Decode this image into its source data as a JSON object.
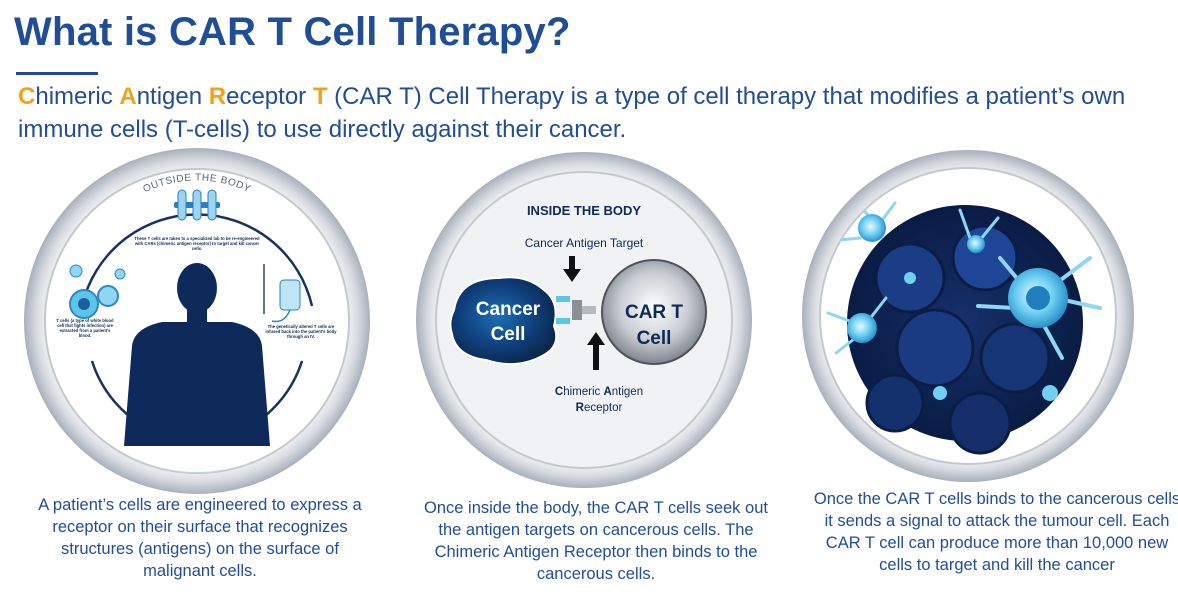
{
  "title": "What is CAR T Cell Therapy?",
  "intro": {
    "acronym": [
      {
        "initial": "C",
        "rest": "himeric "
      },
      {
        "initial": "A",
        "rest": "ntigen "
      },
      {
        "initial": "R",
        "rest": "eceptor "
      },
      {
        "initial": "T",
        "rest": ""
      }
    ],
    "text": " (CAR T) Cell Therapy is a type of cell therapy that modifies a patient’s own immune cells (T-cells) to use directly against their cancer."
  },
  "panel1": {
    "arc_label": "OUTSIDE THE BODY",
    "lab_text": "These T cells are taken to a specialized lab to be re-engineered with CARs (chimeric antigen receptor) to target and kill cancer cells.",
    "left_text": "T cells (a type of white blood cell that fights infection) are extracted from a patient’s blood.",
    "right_text": "The genetically altered T cells are infused back into the patient’s body through an IV.",
    "caption": "A patient’s cells are engineered to express a receptor on their surface that recognizes structures (antigens) on the surface of malignant cells."
  },
  "panel2": {
    "header": "INSIDE THE BODY",
    "target_label": "Cancer Antigen Target",
    "cancer_line1": "Cancer",
    "cancer_line2": "Cell",
    "cart_line1": "CAR T",
    "cart_line2": "Cell",
    "receptor_c": "C",
    "receptor_rest1": "himeric ",
    "receptor_a": "A",
    "receptor_rest2": "ntigen",
    "receptor_r": "R",
    "receptor_rest3": "eceptor",
    "caption": "Once inside the body, the CAR T cells seek out the antigen targets on cancerous cells.    The Chimeric Antigen Receptor then binds to the cancerous cells."
  },
  "panel3": {
    "caption": "Once the CAR T cells binds to the cancerous cells it sends a signal to attack the tumour cell. Each CAR T cell can produce more than 10,000 new cells to target and kill the cancer"
  },
  "colors": {
    "title_blue": "#1f4e96",
    "accent_orange": "#f0a31a",
    "navy": "#0d2a5a",
    "cell_cyan": "#5bc6e8"
  },
  "icons": [
    "person-silhouette-icon",
    "test-tubes-icon",
    "iv-bag-icon",
    "t-cell-icon",
    "arrow-down-icon",
    "arrow-up-icon"
  ]
}
